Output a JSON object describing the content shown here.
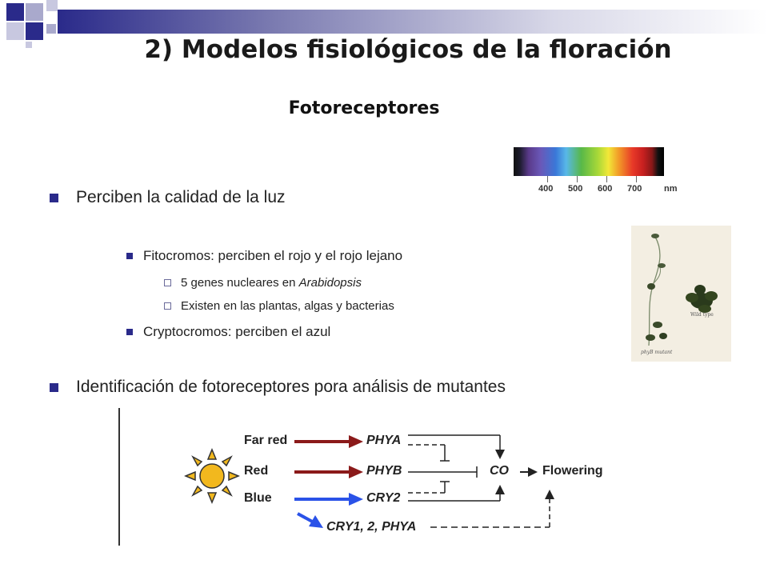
{
  "title": "2) Modelos fisiológicos de la floración",
  "subtitle": "Fotoreceptores",
  "bullets": {
    "b1": "Perciben la calidad de la luz",
    "b1a": "Fitocromos: perciben el rojo y el rojo lejano",
    "b1a_i_prefix": "5 genes nucleares en ",
    "b1a_i_italic": "Arabidopsis",
    "b1a_ii": "Existen en las plantas, algas y bacterias",
    "b1b": "Cryptocromos: perciben el azul",
    "b2": "Identificación de fotoreceptores pora análisis de mutantes"
  },
  "spectrum": {
    "ticks": [
      "400",
      "500",
      "600",
      "700"
    ],
    "unit": "nm"
  },
  "photo": {
    "caption_wild": "Wild type",
    "caption_mutant": "phyB mutant"
  },
  "diagram": {
    "lights": [
      "Far red",
      "Red",
      "Blue"
    ],
    "genes": [
      "PHYA",
      "PHYB",
      "CRY2"
    ],
    "lower_gene": "CRY1, 2, PHYA",
    "co": "CO",
    "output": "Flowering"
  },
  "colors": {
    "accent": "#2a2a8a",
    "far_red_arrow": "#8b1a1a",
    "red_arrow": "#8b1a1a",
    "blue_arrow": "#2a52e8",
    "sun": "#f2b81e"
  }
}
